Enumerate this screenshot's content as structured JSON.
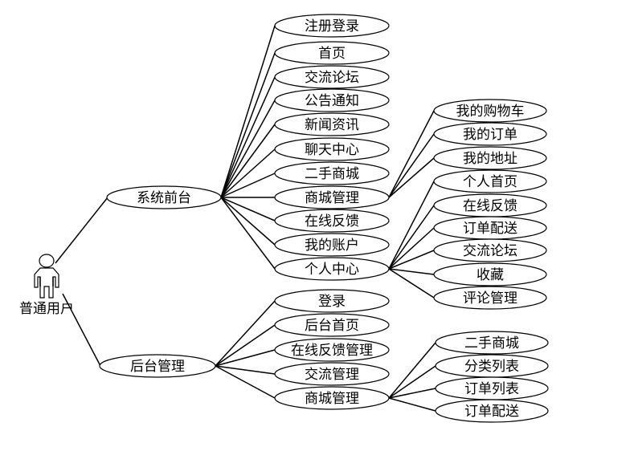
{
  "actor": {
    "label": "普通用户"
  },
  "groups": {
    "front": {
      "label": "系统前台",
      "items": [
        "注册登录",
        "首页",
        "交流论坛",
        "公告通知",
        "新闻资讯",
        "聊天中心",
        "二手商城",
        "商城管理",
        "在线反馈",
        "我的账户",
        "个人中心"
      ]
    },
    "mall": {
      "label": "商城管理",
      "items": [
        "我的购物车",
        "我的订单",
        "我的地址"
      ]
    },
    "personal": {
      "label": "个人中心",
      "items": [
        "个人首页",
        "在线反馈",
        "订单配送",
        "交流论坛",
        "收藏",
        "评论管理"
      ]
    },
    "back": {
      "label": "后台管理",
      "items": [
        "登录",
        "后台首页",
        "在线反馈管理",
        "交流管理",
        "商城管理"
      ]
    },
    "backmall": {
      "label": "商城管理",
      "items": [
        "二手商城",
        "分类列表",
        "订单列表",
        "订单配送"
      ]
    }
  },
  "colors": {
    "stroke": "#000000",
    "fill": "#ffffff"
  }
}
